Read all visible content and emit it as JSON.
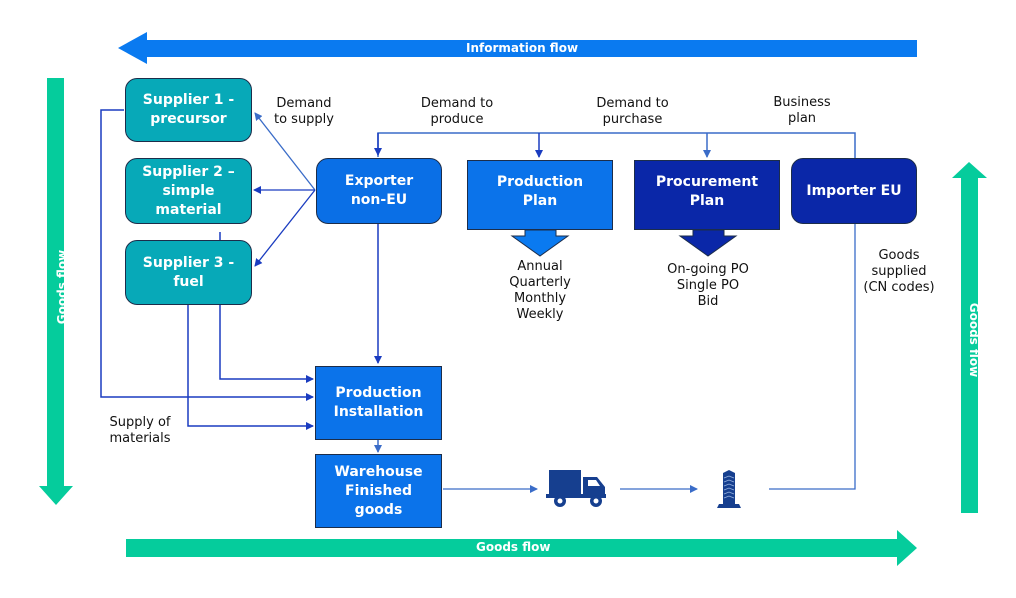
{
  "bands": {
    "information_flow": "Information flow",
    "goods_flow_bottom": "Goods flow",
    "goods_flow_left": "Goods flow",
    "goods_flow_right": "Goods flow"
  },
  "nodes": {
    "supplier1": "Supplier 1 -\nprecursor",
    "supplier2": "Supplier 2 –\nsimple\nmaterial",
    "supplier3": "Supplier 3 -\nfuel",
    "exporter": "Exporter\nnon-EU",
    "production_plan": "Production\nPlan",
    "procurement_plan": "Procurement\nPlan",
    "importer": "Importer EU",
    "production_installation": "Production\nInstallation",
    "warehouse": "Warehouse\nFinished\ngoods"
  },
  "labels": {
    "demand_to_supply": "Demand\nto supply",
    "demand_to_produce": "Demand to\nproduce",
    "demand_to_purchase": "Demand to\npurchase",
    "business_plan": "Business\nplan",
    "production_plan_periods": "Annual\nQuarterly\nMonthly\nWeekly",
    "procurement_types": "On-going PO\nSingle PO\nBid",
    "goods_supplied": "Goods\nsupplied\n(CN codes)",
    "supply_of_materials": "Supply of\nmaterials"
  },
  "icons": {
    "transport": "truck-icon",
    "customs": "tower-icon"
  },
  "colors": {
    "information_flow": "#0a7af0",
    "goods_flow": "#05cc9c",
    "supplier": "#07a9b8",
    "exporter": "#0a6fe6",
    "procurement": "#0a27a8",
    "connector": "#1a3cc0",
    "icon": "#163f8f"
  }
}
